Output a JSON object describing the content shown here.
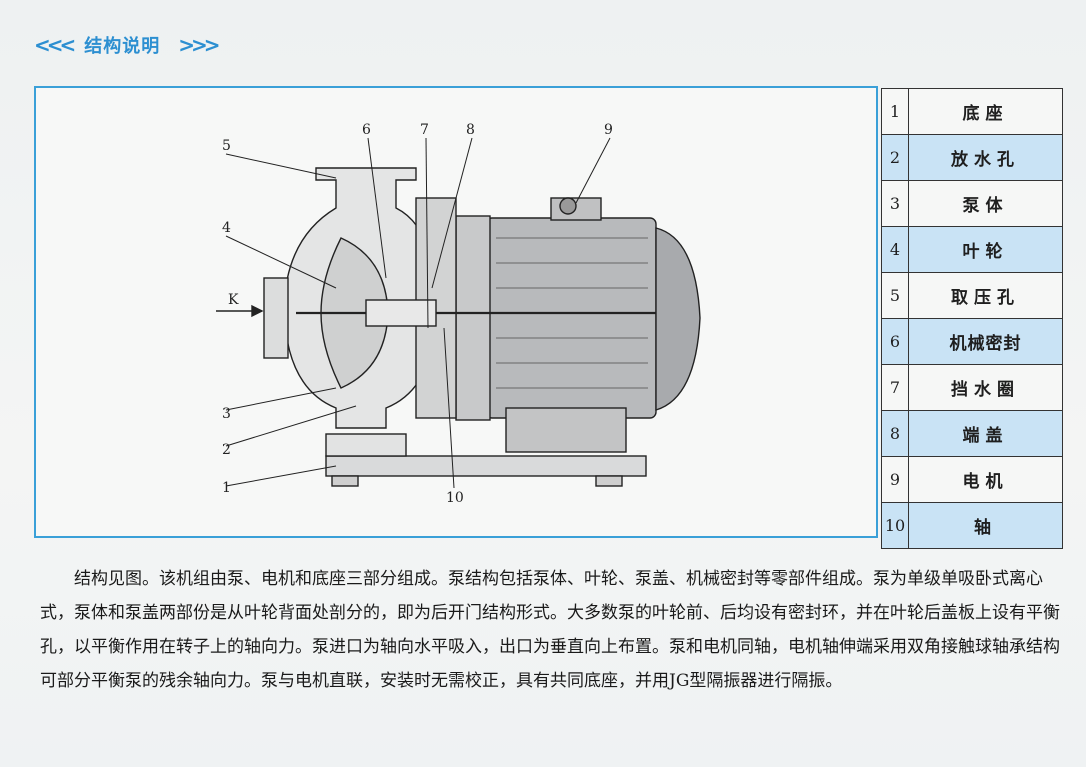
{
  "header": {
    "title": "结构说明",
    "left_chevrons": "<<<",
    "right_chevrons": ">>>"
  },
  "diagram": {
    "callouts": [
      "5",
      "6",
      "7",
      "8",
      "9",
      "4",
      "K",
      "3",
      "2",
      "1",
      "10"
    ]
  },
  "parts": [
    {
      "num": "1",
      "name": "底座"
    },
    {
      "num": "2",
      "name": "放水孔"
    },
    {
      "num": "3",
      "name": "泵体"
    },
    {
      "num": "4",
      "name": "叶轮"
    },
    {
      "num": "5",
      "name": "取压孔"
    },
    {
      "num": "6",
      "name": "机械密封"
    },
    {
      "num": "7",
      "name": "挡水圈"
    },
    {
      "num": "8",
      "name": "端盖"
    },
    {
      "num": "9",
      "name": "电机"
    },
    {
      "num": "10",
      "name": "轴"
    }
  ],
  "description": "结构见图。该机组由泵、电机和底座三部分组成。泵结构包括泵体、叶轮、泵盖、机械密封等零部件组成。泵为单级单吸卧式离心式，泵体和泵盖两部份是从叶轮背面处剖分的，即为后开门结构形式。大多数泵的叶轮前、后均设有密封环，并在叶轮后盖板上设有平衡孔，以平衡作用在转子上的轴向力。泵进口为轴向水平吸入，出口为垂直向上布置。泵和电机同轴，电机轴伸端采用双角接触球轴承结构可部分平衡泵的残余轴向力。泵与电机直联，安装时无需校正，具有共同底座，并用JG型隔振器进行隔振。"
}
